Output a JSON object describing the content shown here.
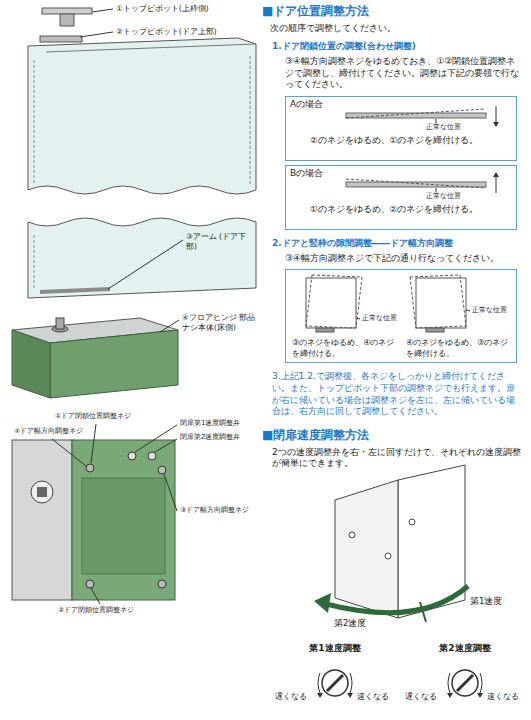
{
  "diagram": {
    "title": "■ドア位置調整方法",
    "nodes": [
      {
        "text": [
          "Aの場合",
          "正常な位置",
          "②のネジをゆるめ、①のネジを締付ける。"
        ]
      },
      {
        "text": [
          "Bの場合",
          "正常な位置",
          "①のネジをゆるめ、②のネジを締付ける。"
        ]
      },
      {
        "text": [
          "正常な位置",
          "③のネジをゆるめ、④のネジを締付ける。",
          "正常な位置",
          "④のネジをゆるめ、③のネジを締付ける。"
        ]
      },
      {
        "text": [
          "第1速度調整",
          "遅くなる",
          "速くなる"
        ]
      },
      {
        "text": [
          "第2速度調整",
          "遅くなる",
          "速くなる"
        ]
      }
    ],
    "labels": [
      "①トップピボット(上枠側)",
      "②トップピボット(ドア上部)",
      "③アーム (ドア下部)",
      "④フロアヒンジ 部品ナシ本体(床側)",
      "①ドア閉鎖位置調整ネジ",
      "④ドア幅方向調整ネジ",
      "閉扉第1速度調整弁",
      "閉扉第2速度調整弁",
      "③ドア幅方向調整ネジ",
      "②ドア閉鎖位置調整ネジ",
      "次の順序で調整してください。",
      "1.ドア閉鎖位置の調整(合わせ調整)",
      "③④幅方向調整ネジをゆるめておき、①②閉鎖位置調整ネジで調整し、締付けてください。調整は下記の要領で行なってください。",
      "2.ドアと竪枠の隙間調整――ドア幅方向調整",
      "③④幅方向調整ネジで下記の通り行なってください。",
      "3.上記1.2.で調整後、各ネジをしっかりと締付けてください。また、トップピボット下部の調整ネジでも行えます。扉が右に傾いている場合は調整ネジを左に、左に傾いている場合は、右方向に回して調整してください。",
      "■閉扉速度調整方法",
      "2つの速度調整弁を右・左に回すだけで、それぞれの速度調整が簡単にできます。",
      "第1速度",
      "第2速度"
    ]
  }
}
